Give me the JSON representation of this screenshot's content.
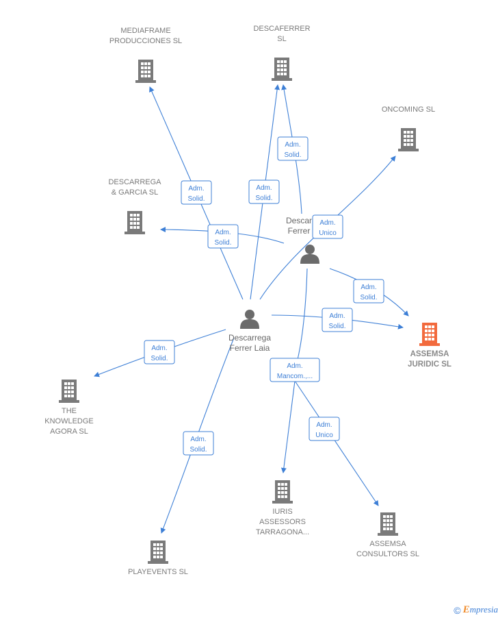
{
  "colors": {
    "edge": "#3d7fd6",
    "company": "#7a7a7a",
    "highlight": "#f26a3d",
    "person": "#6b6b6b"
  },
  "companies": [
    {
      "id": "mediaframe",
      "lines": [
        "MEDIAFRAME",
        "PRODUCCIONES SL"
      ]
    },
    {
      "id": "descaferrer",
      "lines": [
        "DESCAFERRER",
        "SL"
      ]
    },
    {
      "id": "oncoming",
      "lines": [
        "ONCOMING  SL"
      ]
    },
    {
      "id": "descarrega-garcia",
      "lines": [
        "DESCARREGA",
        "& GARCIA  SL"
      ]
    },
    {
      "id": "assemsa-juridic",
      "lines": [
        "ASSEMSA",
        "JURIDIC  SL"
      ],
      "highlight": true
    },
    {
      "id": "knowledge-agora",
      "lines": [
        "THE",
        "KNOWLEDGE",
        "AGORA SL"
      ]
    },
    {
      "id": "iuris",
      "lines": [
        "IURIS",
        "ASSESSORS",
        "TARRAGONA..."
      ]
    },
    {
      "id": "assemsa-consultors",
      "lines": [
        "ASSEMSA",
        "CONSULTORS SL"
      ]
    },
    {
      "id": "playevents",
      "lines": [
        "PLAYEVENTS SL"
      ]
    }
  ],
  "persons": [
    {
      "id": "laia",
      "lines": [
        "Descarrega",
        "Ferrer Laia"
      ]
    },
    {
      "id": "ferrer2",
      "lines": [
        "Descar",
        "Ferrer"
      ]
    }
  ],
  "edge_labels": [
    {
      "id": "e1",
      "lines": [
        "Adm.",
        "Solid."
      ]
    },
    {
      "id": "e2",
      "lines": [
        "Adm.",
        "Solid."
      ]
    },
    {
      "id": "e3",
      "lines": [
        "Adm.",
        "Solid."
      ]
    },
    {
      "id": "e4",
      "lines": [
        "Adm.",
        "Solid."
      ]
    },
    {
      "id": "e5",
      "lines": [
        "Adm.",
        "Unico"
      ]
    },
    {
      "id": "e6",
      "lines": [
        "Adm.",
        "Solid."
      ]
    },
    {
      "id": "e7",
      "lines": [
        "Adm.",
        "Solid."
      ]
    },
    {
      "id": "e8",
      "lines": [
        "Adm.",
        "Solid."
      ]
    },
    {
      "id": "e9",
      "lines": [
        "Adm.",
        "Mancom.,..."
      ]
    },
    {
      "id": "e10",
      "lines": [
        "Adm.",
        "Unico"
      ]
    },
    {
      "id": "e11",
      "lines": [
        "Adm.",
        "Solid."
      ]
    }
  ],
  "footer": {
    "copyright": "©",
    "brand_first": "E",
    "brand_rest": "mpresia"
  }
}
